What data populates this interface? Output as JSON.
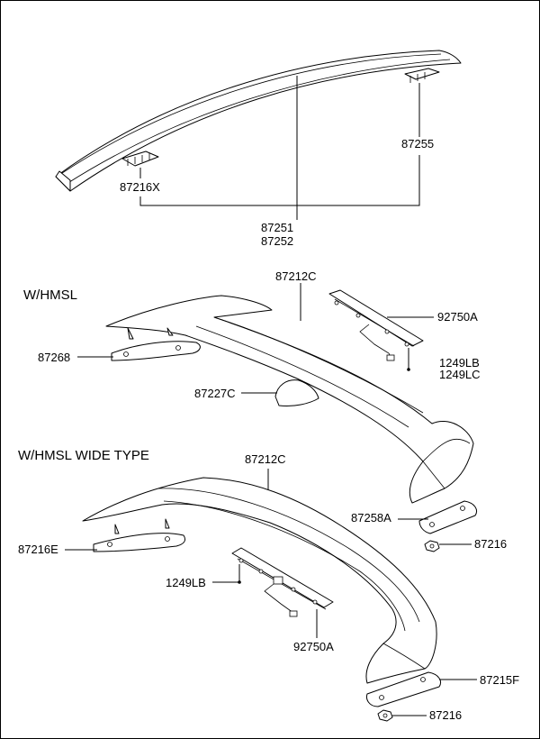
{
  "sections": {
    "hmsl": "W/HMSL",
    "hmsl_wide": "W/HMSL WIDE TYPE"
  },
  "labels": {
    "p87216X": "87216X",
    "p87255": "87255",
    "p87251": "87251",
    "p87252": "87252",
    "p87212C_a": "87212C",
    "p92750A_a": "92750A",
    "p87268": "87268",
    "p1249LB_a": "1249LB",
    "p1249LC": "1249LC",
    "p87227C": "87227C",
    "p87212C_b": "87212C",
    "p87258A": "87258A",
    "p87216E": "87216E",
    "p87216_a": "87216",
    "p1249LB_b": "1249LB",
    "p92750A_b": "92750A",
    "p87215F": "87215F",
    "p87216_b": "87216"
  }
}
